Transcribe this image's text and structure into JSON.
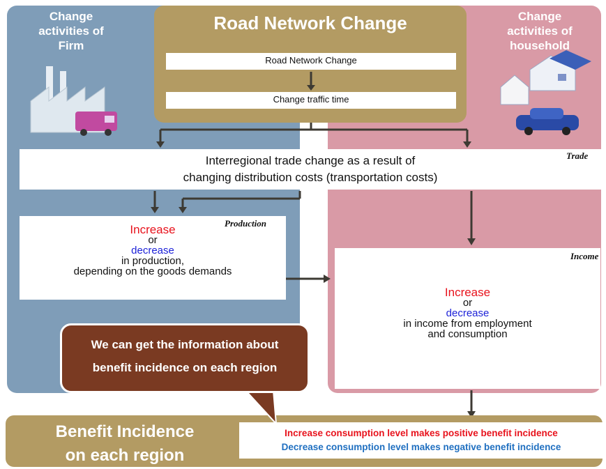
{
  "columns": {
    "firm": {
      "title": "Change\nactivities of\nFirm"
    },
    "household": {
      "title": "Change\nactivities of\nhousehold"
    }
  },
  "road_network": {
    "title": "Road Network Change",
    "box1": "Road Network Change",
    "box2": "Change traffic time"
  },
  "trade": {
    "tag": "Trade",
    "line1": "Interregional trade change as a result of",
    "line2": "changing distribution costs (transportation costs)"
  },
  "production": {
    "tag": "Production",
    "increase": "Increase",
    "or": "or",
    "decrease": "decrease",
    "line1": "in production,",
    "line2": "depending on the goods demands"
  },
  "income": {
    "tag": "Income",
    "increase": "Increase",
    "or": "or",
    "decrease": "decrease",
    "line1": "in income from employment",
    "line2": "and consumption"
  },
  "callout": {
    "line1": "We can get the information about",
    "line2": "benefit incidence on each region"
  },
  "benefit": {
    "title_line1": "Benefit Incidence",
    "title_line2": "on each region",
    "positive": "Increase consumption level makes positive benefit incidence",
    "negative": "Decrease consumption level makes negative benefit incidence"
  },
  "colors": {
    "firm_column": "#7f9db8",
    "household_column": "#d99aa6",
    "road_panel": "#b39b63",
    "callout": "#7a3a22",
    "increase_text": "#e8121c",
    "decrease_text": "#1d22d8",
    "negative_text": "#1f6fc0"
  }
}
